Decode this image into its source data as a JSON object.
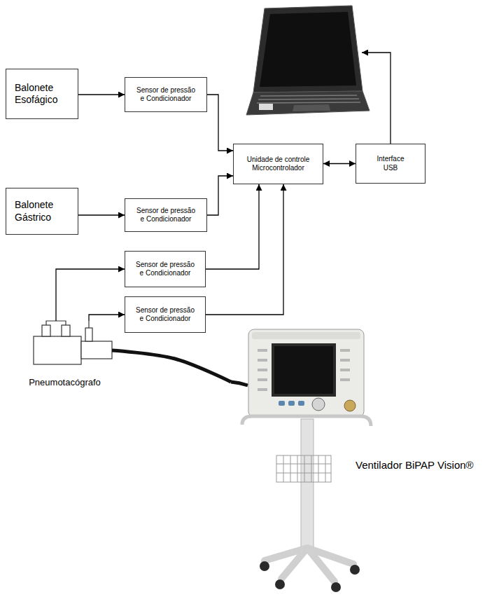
{
  "diagram": {
    "nodes": [
      {
        "text": [
          "Balonete Esofágico"
        ]
      },
      {
        "text": [
          "Sensor de pressão e Condicionador"
        ]
      },
      {
        "text": [
          "Unidade de controle Microcontrolador"
        ]
      },
      {
        "text": [
          "Interface USB"
        ]
      },
      {
        "text": [
          "Balonete Gástrico"
        ]
      },
      {
        "text": [
          "Sensor de pressão e Condicionador"
        ]
      },
      {
        "text": [
          "Sensor de pressão e Condicionador"
        ]
      },
      {
        "text": [
          "Sensor de pressão e Condicionador"
        ]
      },
      {
        "text": [
          "Pneumotacógrafo"
        ]
      },
      {
        "text": [
          "Ventilador BiPAP Vision®"
        ]
      }
    ],
    "edges": [
      {
        "from": 0,
        "to": 1,
        "arrow": "to"
      },
      {
        "from": 1,
        "to": 2,
        "arrow": "to"
      },
      {
        "from": 2,
        "to": 3,
        "arrow": "both"
      },
      {
        "from": 4,
        "to": 5,
        "arrow": "to"
      },
      {
        "from": 5,
        "to": 2,
        "arrow": "to"
      },
      {
        "from": 8,
        "to": 6,
        "arrow": "to"
      },
      {
        "from": 8,
        "to": 7,
        "arrow": "to"
      },
      {
        "from": 6,
        "to": 2,
        "arrow": "to"
      },
      {
        "from": 7,
        "to": 2,
        "arrow": "to"
      },
      {
        "from": 8,
        "to": 9,
        "arrow": "none"
      }
    ]
  }
}
